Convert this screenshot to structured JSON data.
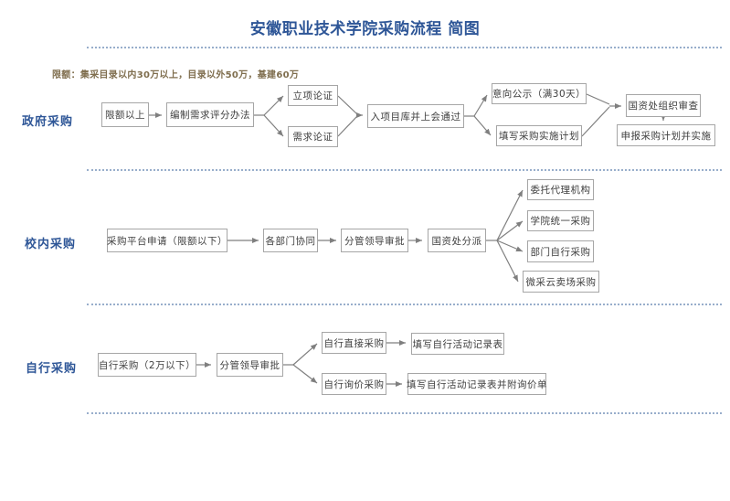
{
  "title": "安徽职业技术学院采购流程 简图",
  "note": "限额：集采目录以内30万以上，目录以外50万，基建60万",
  "colors": {
    "accent_blue": "#2E5697",
    "note_brown": "#7F6E4E",
    "box_border": "#A6A6A6",
    "box_text": "#404040",
    "arrow_gray": "#7F7F7F",
    "divider_blue": "#98AECB"
  },
  "sections": {
    "gov": {
      "label": "政府采购",
      "nodes": {
        "limit_above": "限额以上",
        "scoring": "编制需求评分办法",
        "lixiang": "立项论证",
        "xuqiu": "需求论证",
        "project_lib": "入项目库并上会通过",
        "intent": "意向公示（满30天）",
        "plan_fill": "填写采购实施计划",
        "review": "国资处组织审查",
        "declare": "申报采购计划并实施"
      }
    },
    "campus": {
      "label": "校内采购",
      "nodes": {
        "platform": "采购平台申请（限额以下）",
        "depts": "各部门协同",
        "leader": "分管领导审批",
        "dispatch": "国资处分派",
        "agency": "委托代理机构",
        "unified": "学院统一采购",
        "dept_self": "部门自行采购",
        "weicai": "微采云卖场采购"
      }
    },
    "self": {
      "label": "自行采购",
      "nodes": {
        "self_buy": "自行采购（2万以下）",
        "leader": "分管领导审批",
        "direct": "自行直接采购",
        "direct_record": "填写自行活动记录表",
        "inquiry": "自行询价采购",
        "inquiry_record": "填写自行活动记录表并附询价单"
      }
    }
  }
}
